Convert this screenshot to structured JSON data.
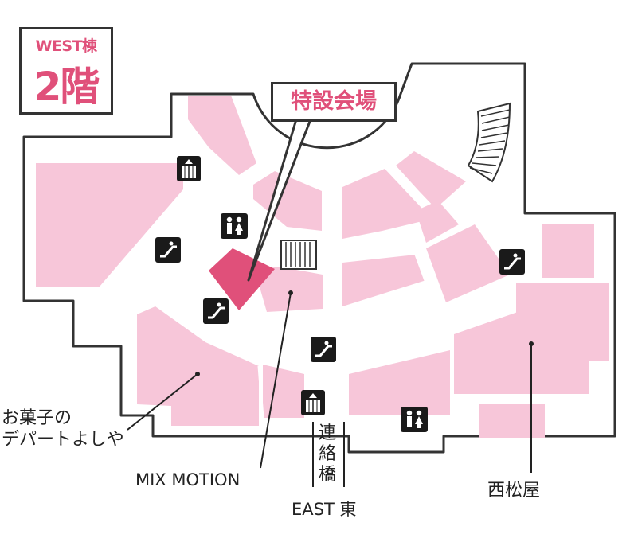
{
  "floor_badge": {
    "building": "WEST棟",
    "floor": "2階"
  },
  "callout": {
    "label": "特設会場"
  },
  "labels": {
    "okashi_line1": "お菓子の",
    "okashi_line2": "デパートよしや",
    "mix_motion": "MIX MOTION",
    "nishimatsuya": "西松屋",
    "bridge_1": "連",
    "bridge_2": "絡",
    "bridge_3": "橋",
    "east": "EAST 東"
  },
  "colors": {
    "shop": "#f7c6d9",
    "highlight": "#e0507a",
    "outline": "#333333",
    "accent_text": "#e0507a",
    "icon_bg": "#1a1a1a"
  },
  "icons": [
    "elevator-icon",
    "elevator-icon",
    "restroom-icon",
    "restroom-icon",
    "escalator-icon",
    "escalator-icon",
    "escalator-icon",
    "escalator-icon",
    "stairs-icon",
    "stairs-icon"
  ]
}
